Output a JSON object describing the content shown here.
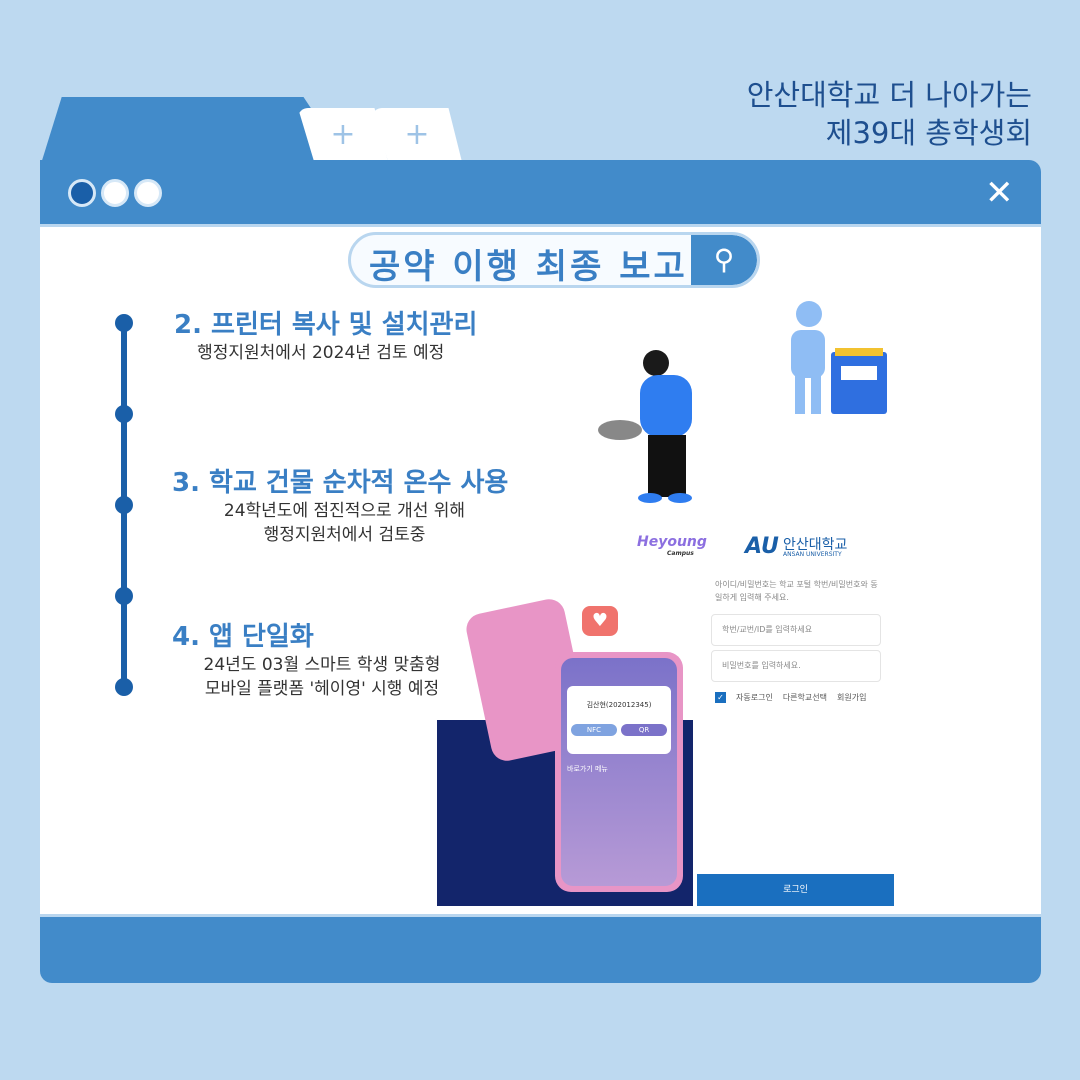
{
  "header": {
    "org_line1": "안산대학교 더 나아가는",
    "org_line2": "제39대 총학생회"
  },
  "browser": {
    "tabs": [
      "+",
      "+"
    ],
    "close": "✕"
  },
  "search": {
    "title": "공약 이행 최종 보고",
    "icon": "search-icon"
  },
  "items": [
    {
      "title": "2. 프린터 복사 및 설치관리",
      "desc": [
        "행정지원처에서 2024년 검토 예정"
      ]
    },
    {
      "title": "3. 학교 건물 순차적 온수 사용",
      "desc": [
        "24학년도에 점진적으로 개선 위해",
        "행정지원처에서 검토중"
      ]
    },
    {
      "title": "4. 앱 단일화",
      "desc": [
        "24년도 03월 스마트 학생 맞춤형",
        "모바일 플랫폼 '헤이영' 시행 예정"
      ]
    }
  ],
  "login": {
    "heyoung": "Heyoung",
    "campus": "Campus",
    "univ_logo": "AU",
    "univ_name": "안산대학교",
    "univ_en": "ANSAN UNIVERSITY",
    "notice": "아이디/비밀번호는 학교 포털 학번/비밀번호와 동일하게 입력해 주세요.",
    "id_placeholder": "학번/교번/ID를 입력하세요",
    "pw_placeholder": "비밀번호를 입력하세요.",
    "auto_login": "자동로그인",
    "other_school": "다른학교선택",
    "signup": "회원가입",
    "login_button": "로그인"
  },
  "phone": {
    "student": "김산현(202012345)",
    "nfc": "NFC",
    "qr": "QR",
    "menu": "바로가기 메뉴"
  },
  "colors": {
    "bg": "#bdd9f0",
    "window": "#428bca",
    "accent": "#1a5fa8",
    "title": "#3a7fc4"
  }
}
